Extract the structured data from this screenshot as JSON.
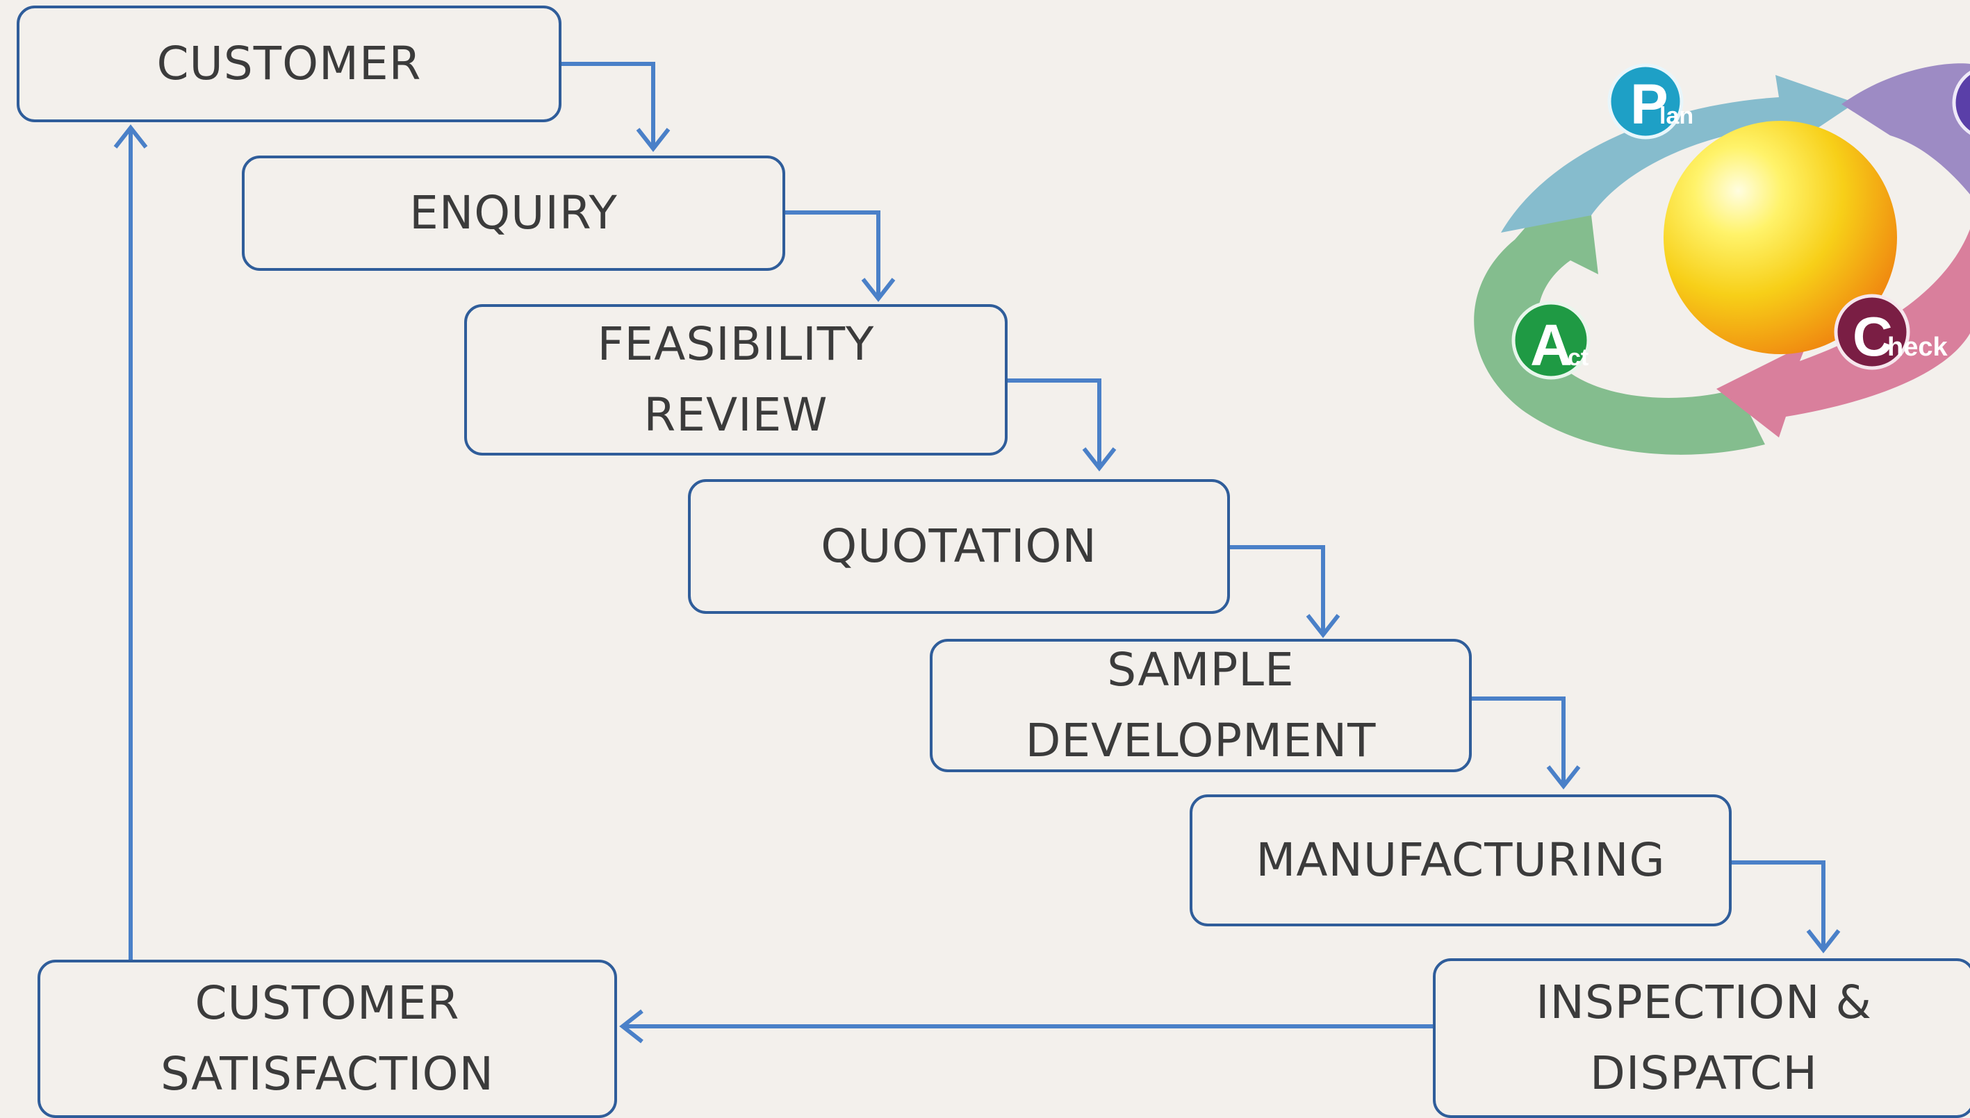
{
  "steps": {
    "customer": "CUSTOMER",
    "enquiry": "ENQUIRY",
    "feasibility_line1": "FEASIBILITY",
    "feasibility_line2": "REVIEW",
    "quotation": "QUOTATION",
    "sample_line1": "SAMPLE",
    "sample_line2": "DEVELOPMENT",
    "manufacturing": "MANUFACTURING",
    "inspection_line1": "INSPECTION &",
    "inspection_line2": "DISPATCH",
    "satisfaction_line1": "CUSTOMER",
    "satisfaction_line2": "SATISFACTION"
  },
  "pdca": {
    "plan_initial": "P",
    "plan_rest": "lan",
    "act_initial": "A",
    "act_rest": "ct",
    "check_initial": "C",
    "check_rest": "heck"
  },
  "colors": {
    "arrow": "#4a80c8",
    "box_border": "#2f5d9a",
    "background": "#f3f0ec",
    "plan_segment": "#86bccd",
    "do_segment": "#9d8bc4",
    "check_segment": "#d97f9c",
    "act_segment": "#84bd8e"
  }
}
